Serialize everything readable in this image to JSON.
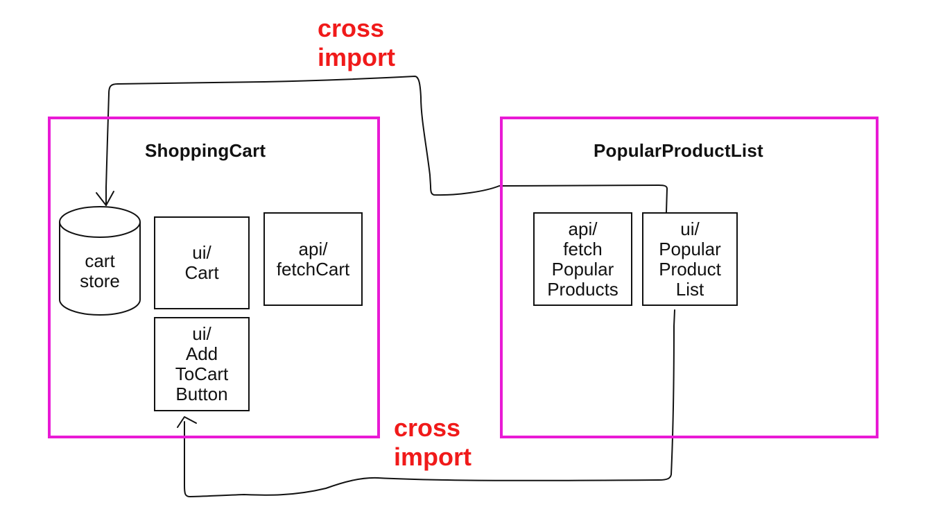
{
  "groups": {
    "shopping_cart": {
      "title": "ShoppingCart",
      "cart_store": "cart\nstore",
      "modules": {
        "ui_cart": "ui/\nCart",
        "api_fetch_cart": "api/\nfetchCart",
        "ui_add_to_cart": "ui/\nAdd\nToCart\nButton"
      }
    },
    "popular_product_list": {
      "title": "PopularProductList",
      "modules": {
        "api_fetch_popular": "api/\nfetch\nPopular\nProducts",
        "ui_popular_list": "ui/\nPopular\nProduct\nList"
      }
    }
  },
  "annotations": {
    "cross_import_top": "cross\nimport",
    "cross_import_bottom": "cross\nimport"
  },
  "colors": {
    "group_border": "#e91ad5",
    "annotation": "#f01a1a",
    "line": "#111111"
  }
}
